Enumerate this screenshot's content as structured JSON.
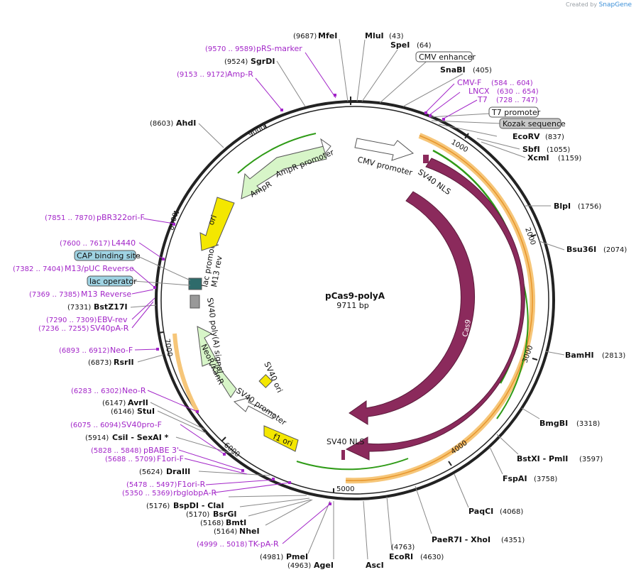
{
  "credit": {
    "created_by": "Created by",
    "brand": "SnapGene"
  },
  "map": {
    "name": "pCas9-polyA",
    "length_label": "9711 bp",
    "length": 9711
  },
  "ticks": [
    "1000",
    "2000",
    "3000",
    "4000",
    "5000",
    "6000",
    "7000",
    "8000",
    "9000"
  ],
  "sites": [
    {
      "name": "MfeI",
      "pos": "(9687)"
    },
    {
      "name": "MluI",
      "pos": "(43)"
    },
    {
      "name": "SpeI",
      "pos": "(64)"
    },
    {
      "name": "SnaBI",
      "pos": "(405)"
    },
    {
      "name": "EcoRV",
      "pos": "(837)"
    },
    {
      "name": "SbfI",
      "pos": "(1055)"
    },
    {
      "name": "XcmI",
      "pos": "(1159)"
    },
    {
      "name": "BlpI",
      "pos": "(1756)"
    },
    {
      "name": "Bsu36I",
      "pos": "(2074)"
    },
    {
      "name": "BamHI",
      "pos": "(2813)"
    },
    {
      "name": "BmgBI",
      "pos": "(3318)"
    },
    {
      "name": "BstXI  -  PmlI",
      "pos": "(3597)"
    },
    {
      "name": "FspAI",
      "pos": "(3758)"
    },
    {
      "name": "PaqCI",
      "pos": "(4068)"
    },
    {
      "name": "PaeR7I  -  XhoI",
      "pos": "(4351)"
    },
    {
      "name": "EcoRI",
      "pos": "(4630)"
    },
    {
      "name": "AscI",
      "pos": "(4763)"
    },
    {
      "name": "AgeI",
      "pos": "(4963)"
    },
    {
      "name": "PmeI",
      "pos": "(4981)"
    },
    {
      "name": "NheI",
      "pos": "(5164)"
    },
    {
      "name": "BmtI",
      "pos": "(5168)"
    },
    {
      "name": "BsrGI",
      "pos": "(5170)"
    },
    {
      "name": "BspDI  -  ClaI",
      "pos": "(5176)"
    },
    {
      "name": "DraIII",
      "pos": "(5624)"
    },
    {
      "name": "CsiI  -  SexAI *",
      "pos": "(5914)"
    },
    {
      "name": "StuI",
      "pos": "(6146)"
    },
    {
      "name": "AvrII",
      "pos": "(6147)"
    },
    {
      "name": "RsrII",
      "pos": "(6873)"
    },
    {
      "name": "BstZ17I",
      "pos": "(7331)"
    },
    {
      "name": "AhdI",
      "pos": "(8603)"
    },
    {
      "name": "SgrDI",
      "pos": "(9524)"
    }
  ],
  "primers": [
    {
      "name": "pRS-marker",
      "range": "(9570 .. 9589)"
    },
    {
      "name": "Amp-R",
      "range": "(9153 .. 9172)"
    },
    {
      "name": "CMV-F",
      "range": "(584 .. 604)"
    },
    {
      "name": "LNCX",
      "range": "(630 .. 654)"
    },
    {
      "name": "T7",
      "range": "(728 .. 747)"
    },
    {
      "name": "pBR322ori-F",
      "range": "(7851 .. 7870)"
    },
    {
      "name": "L4440",
      "range": "(7600 .. 7617)"
    },
    {
      "name": "M13/pUC Reverse",
      "range": "(7382 .. 7404)"
    },
    {
      "name": "M13 Reverse",
      "range": "(7369 .. 7385)"
    },
    {
      "name": "EBV-rev",
      "range": "(7290 .. 7309)"
    },
    {
      "name": "SV40pA-R",
      "range": "(7236 .. 7255)"
    },
    {
      "name": "Neo-F",
      "range": "(6893 .. 6912)"
    },
    {
      "name": "Neo-R",
      "range": "(6283 .. 6302)"
    },
    {
      "name": "SV40pro-F",
      "range": "(6075 .. 6094)"
    },
    {
      "name": "pBABE 3'",
      "range": "(5828 .. 5848)"
    },
    {
      "name": "F1ori-F",
      "range": "(5688 .. 5709)"
    },
    {
      "name": "F1ori-R",
      "range": "(5478 .. 5497)"
    },
    {
      "name": "rbglobpA-R",
      "range": "(5350 .. 5369)"
    },
    {
      "name": "TK-pA-R",
      "range": "(4999 .. 5018)"
    }
  ],
  "boxed_features": [
    "CMV enhancer",
    "T7 promoter",
    "Kozak sequence",
    "CAP binding site",
    "lac operator"
  ],
  "features": [
    "CMV promoter",
    "SV40 NLS",
    "Cas9",
    "Cas9",
    "SV40 NLS",
    "f1 ori",
    "SV40 promoter",
    "SV40 ori",
    "NeoR/KanR",
    "SV40 poly(A) signal",
    "lac promoter",
    "M13 rev",
    "ori",
    "AmpR",
    "AmpR promoter"
  ],
  "colors": {
    "cas9": "#8b2a5c",
    "ori": "#f4e700",
    "orf": "#d7f5c8",
    "arrow_green": "#2f9b17",
    "promoter": "#ffffff",
    "orange_track": "#f5a623",
    "primer": "#a225c8",
    "cap": "#9fd3e3",
    "kozak": "#c8c8c8"
  }
}
